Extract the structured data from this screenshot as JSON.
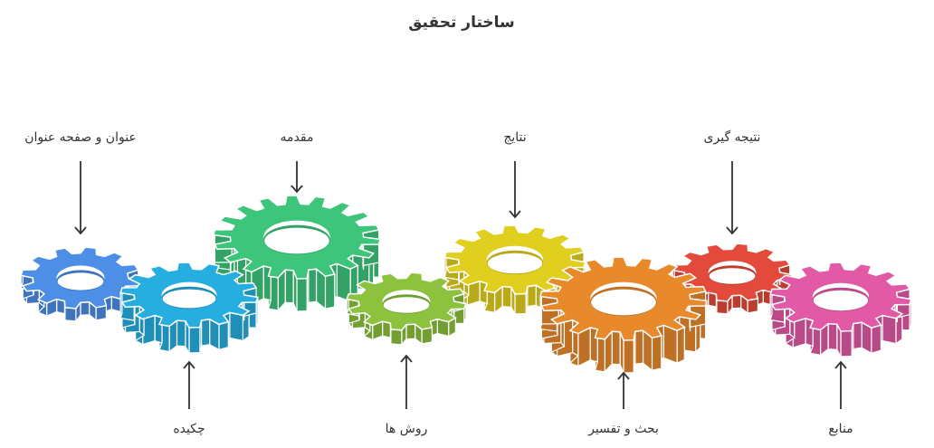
{
  "diagram": {
    "title": "ساختار تحقیق",
    "steps": [
      {
        "label": "عنوان و صفحه عنوان",
        "color": "#4d8ee6",
        "position": "top"
      },
      {
        "label": "چکیده",
        "color": "#27aee0",
        "position": "bottom"
      },
      {
        "label": "مقدمه",
        "color": "#3ec57c",
        "position": "top"
      },
      {
        "label": "روش ها",
        "color": "#8cc23d",
        "position": "bottom"
      },
      {
        "label": "نتایج",
        "color": "#e0cf1e",
        "position": "top"
      },
      {
        "label": "بحث و تفسیر",
        "color": "#e88a2c",
        "position": "bottom"
      },
      {
        "label": "نتیجه گیری",
        "color": "#e34a3b",
        "position": "top"
      },
      {
        "label": "منابع",
        "color": "#e25aa5",
        "position": "bottom"
      }
    ]
  }
}
